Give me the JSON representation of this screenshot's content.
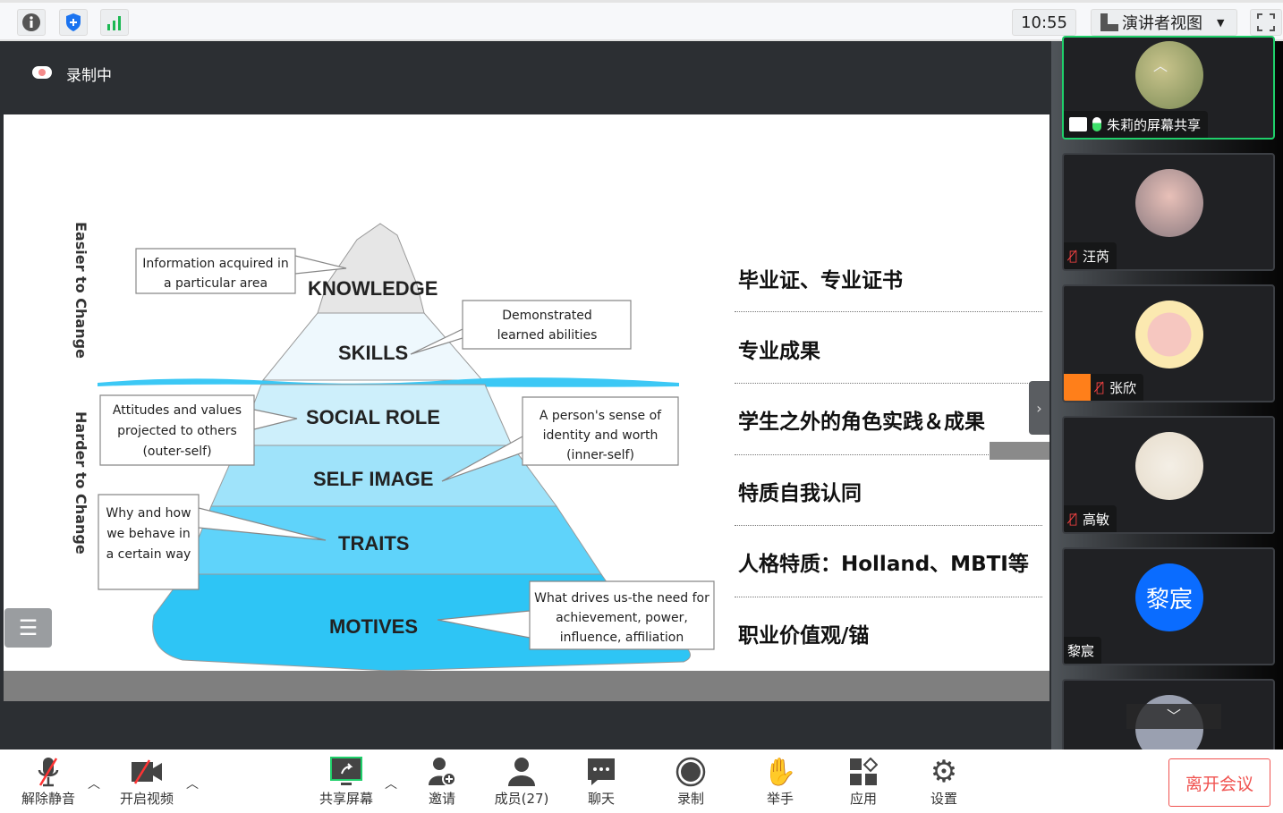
{
  "topbar": {
    "time": "10:55",
    "view_mode": "演讲者视图",
    "icons": [
      "info-icon",
      "shield-icon",
      "signal-icon",
      "fullscreen-icon"
    ]
  },
  "recording": {
    "label": "录制中"
  },
  "slide": {
    "side_labels": {
      "top": "Easier to Change",
      "bottom": "Harder to Change"
    },
    "layers": [
      "KNOWLEDGE",
      "SKILLS",
      "SOCIAL ROLE",
      "SELF IMAGE",
      "TRAITS",
      "MOTIVES"
    ],
    "callouts": {
      "knowledge": "Information acquired in a particular area",
      "skills": "Demonstrated learned abilities",
      "social_role": "Attitudes and values projected to others (outer-self)",
      "self_image": "A person's sense of identity and worth (inner-self)",
      "traits": "Why and how we behave in a certain way",
      "motives": "What drives us-the need for achievement, power, influence, affiliation"
    },
    "list": [
      "毕业证、专业证书",
      "专业成果",
      "学生之外的角色实践＆成果",
      "特质自我认同",
      "人格特质：Holland、MBTI等",
      "职业价值观/锚"
    ]
  },
  "participants": [
    {
      "name": "朱莉的屏幕共享",
      "status": "speaking"
    },
    {
      "name": "汪芮",
      "status": "muted"
    },
    {
      "name": "张欣",
      "status": "muted"
    },
    {
      "name": "高敏",
      "status": "muted"
    },
    {
      "name": "黎宸",
      "avatar_text": "黎宸",
      "status": ""
    }
  ],
  "toolbar": {
    "unmute": "解除静音",
    "video": "开启视频",
    "share": "共享屏幕",
    "invite": "邀请",
    "members": "成员(27)",
    "chat": "聊天",
    "record": "录制",
    "raise_hand": "举手",
    "apps": "应用",
    "settings": "设置",
    "leave": "离开会议"
  },
  "colors": {
    "accent_green": "#1fcf6a",
    "leave_red": "#f0524f",
    "avatar_blue": "#0a6cff",
    "water": "#2ec5f5"
  }
}
